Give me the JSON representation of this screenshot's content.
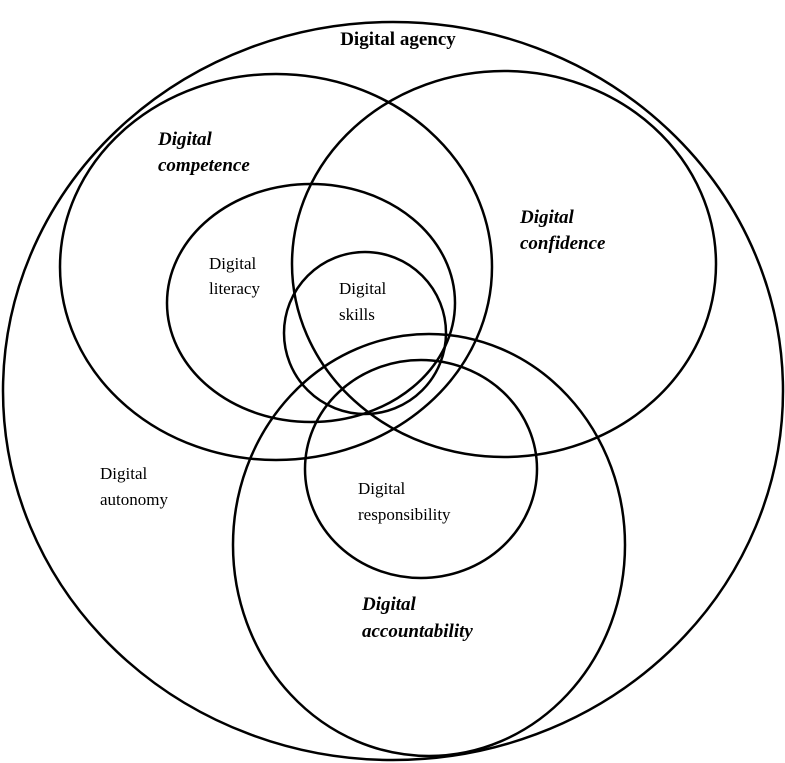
{
  "labels": {
    "agency": "Digital agency",
    "competence_1": "Digital",
    "competence_2": "competence",
    "confidence_1": "Digital",
    "confidence_2": "confidence",
    "literacy_1": "Digital",
    "literacy_2": "literacy",
    "skills_1": "Digital",
    "skills_2": "skills",
    "autonomy_1": "Digital",
    "autonomy_2": "autonomy",
    "responsibility_1": "Digital",
    "responsibility_2": "responsibility",
    "accountability_1": "Digital",
    "accountability_2": "accountability"
  }
}
